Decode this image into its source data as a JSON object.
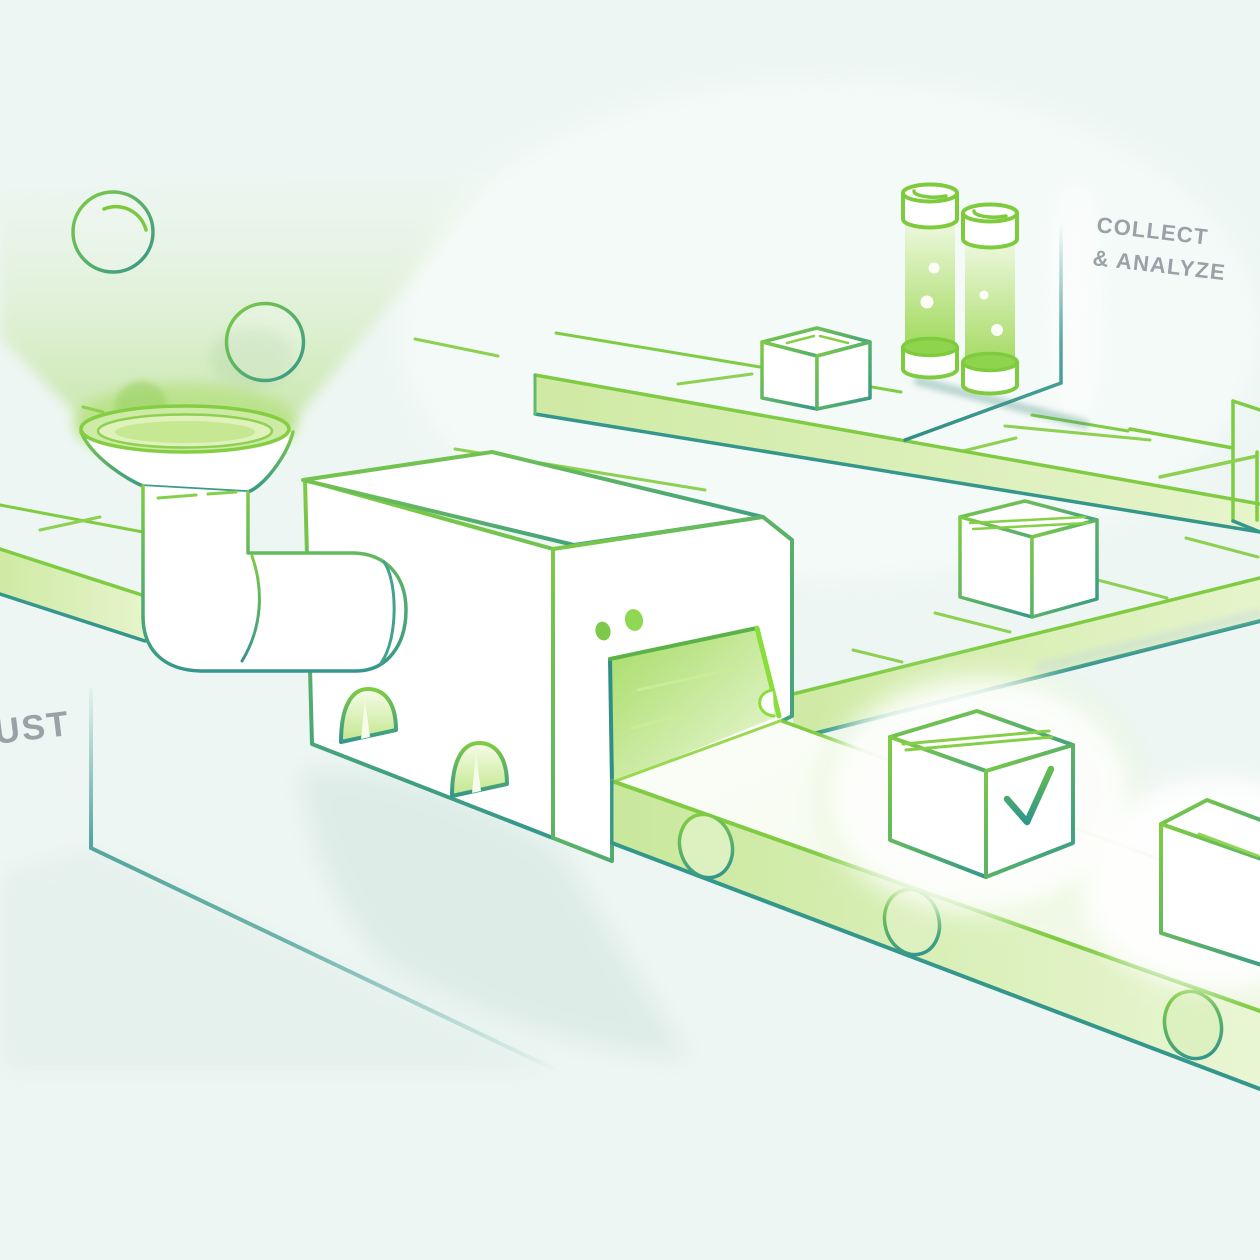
{
  "labels": {
    "station_collect_line1": "COLLECT",
    "station_collect_line2": "& ANALYZE",
    "station_left_partial": "UST"
  },
  "palette": {
    "background": "#edf6f3",
    "line_green": "#7fcc43",
    "line_green_bright": "#8ade3c",
    "line_teal": "#35978c",
    "belt_fill_light_green": "#d9efb6",
    "liquid_green": "#9fd95b",
    "label_gray": "#9aa1a7",
    "glow_white": "#ffffff"
  },
  "scene": {
    "bubbles_count": 2,
    "test_tubes_count": 2,
    "conveyor_belts_count": 4,
    "conveyor_boxes_count": 5,
    "elements": [
      "bubbles",
      "funnel",
      "intake-pipe",
      "processing-machine",
      "conveyor-belts",
      "test-tubes",
      "cardboard-boxes",
      "approved-box-with-checkmark",
      "glowing-output-box"
    ]
  }
}
